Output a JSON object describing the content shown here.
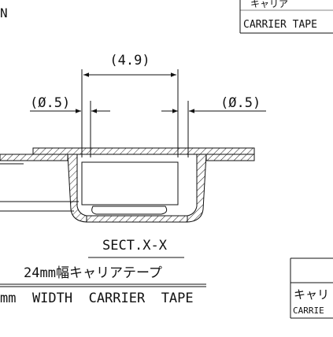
{
  "header": {
    "left_fragment": "N",
    "box_top_fragment": "キャリア",
    "box_label": "CARRIER TAPE"
  },
  "dimensions": {
    "width": "(4.9)",
    "left_clearance": "(Ø.5)",
    "right_clearance": "(Ø.5)"
  },
  "caption": {
    "section": "SECT.X-X",
    "title_jp": "24mm幅キャリアテープ",
    "title_en": "mm  WIDTH  CARRIER  TAPE"
  },
  "side_box": {
    "label_jp": "キャリ",
    "label_en": "CARRIE"
  }
}
